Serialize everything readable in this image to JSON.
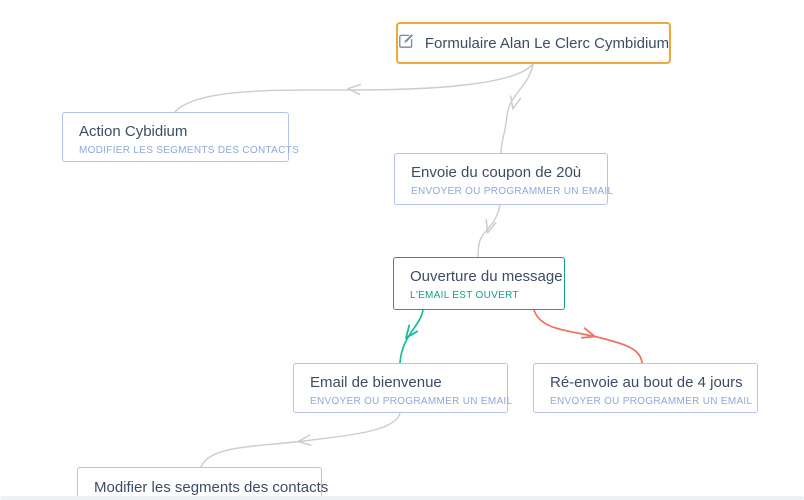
{
  "colors": {
    "connector_gray": "#cccccc",
    "connector_green": "#1abc9c",
    "connector_red": "#ee7163",
    "border_default": "#b6c2ea",
    "border_start": "#f0a73c",
    "border_condition": "#16a085",
    "title_text": "#3e4c63",
    "subtitle_blue": "#8ea8dc",
    "subtitle_teal": "#14a085",
    "scrollbar_track": "#eff0f2"
  },
  "flow": {
    "nodes": {
      "formulaire": {
        "icon": "edit-icon",
        "title": "Formulaire Alan Le Clerc Cymbidium"
      },
      "action_cybidium": {
        "title": "Action Cybidium",
        "subtitle": "MODIFIER LES SEGMENTS DES CONTACTS"
      },
      "envoie_coupon": {
        "title": "Envoie du coupon de 20ù",
        "subtitle": "ENVOYER OU PROGRAMMER UN EMAIL"
      },
      "ouverture_message": {
        "title": "Ouverture du message",
        "subtitle": "L'EMAIL EST OUVERT"
      },
      "email_bienvenue": {
        "title": "Email de bienvenue",
        "subtitle": "ENVOYER OU PROGRAMMER UN EMAIL"
      },
      "reenvoie_4_jours": {
        "title": "Ré-envoie au bout de 4 jours",
        "subtitle": "ENVOYER OU PROGRAMMER UN EMAIL"
      },
      "modifier_segments": {
        "title": "Modifier les segments des contacts"
      }
    },
    "edges": [
      {
        "from": "formulaire",
        "to": "action_cybidium",
        "color": "gray"
      },
      {
        "from": "formulaire",
        "to": "envoie_coupon",
        "color": "gray"
      },
      {
        "from": "envoie_coupon",
        "to": "ouverture_message",
        "color": "gray"
      },
      {
        "from": "ouverture_message",
        "to": "email_bienvenue",
        "color": "green"
      },
      {
        "from": "ouverture_message",
        "to": "reenvoie_4_jours",
        "color": "red"
      },
      {
        "from": "email_bienvenue",
        "to": "modifier_segments",
        "color": "gray"
      }
    ]
  }
}
